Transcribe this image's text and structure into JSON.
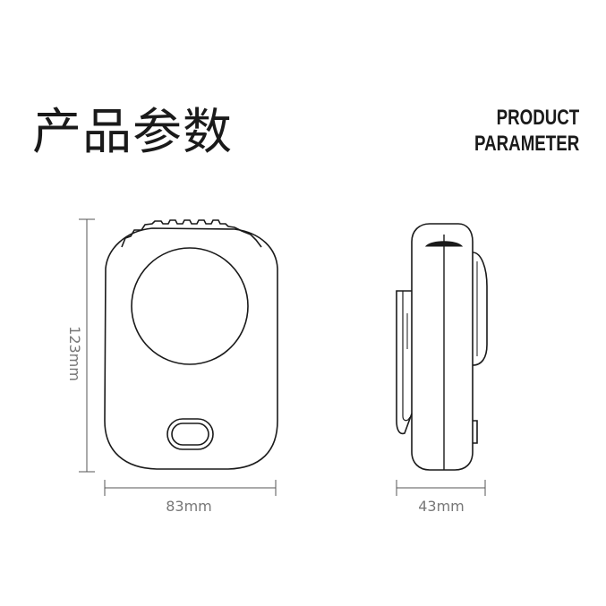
{
  "header": {
    "title_cn": "产品参数",
    "title_en_line1": "PRODUCT",
    "title_en_line2": "PARAMETER"
  },
  "dimensions": {
    "height": "123mm",
    "width": "83mm",
    "depth": "43mm"
  },
  "colors": {
    "outline": "#1a1a1a",
    "dimension_line": "#555555",
    "label": "#777777"
  }
}
